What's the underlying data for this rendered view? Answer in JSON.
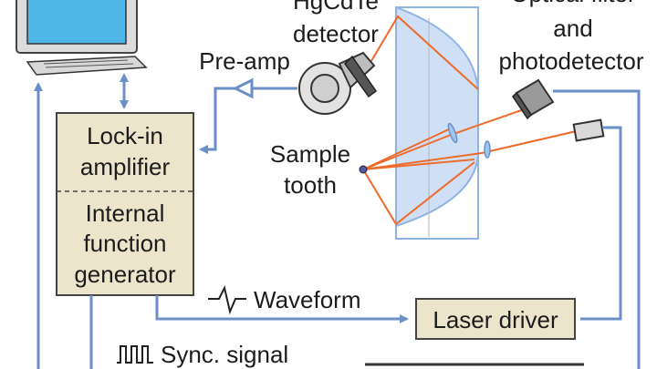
{
  "labels": {
    "detector_line1": "HgCdTe",
    "detector_line2": "detector",
    "filter_line1": "Optical filter",
    "filter_line2": "and",
    "filter_line3": "photodetector",
    "preamp": "Pre-amp",
    "sample_line1": "Sample",
    "sample_line2": "tooth",
    "lockin_line1": "Lock-in",
    "lockin_line2": "amplifier",
    "generator_line1": "Internal",
    "generator_line2": "function",
    "generator_line3": "generator",
    "waveform": "Waveform",
    "laser_driver": "Laser driver",
    "sync_signal": "Sync. signal"
  },
  "colors": {
    "box_fill": "#ece4cb",
    "wire": "#6d8fc7",
    "beam": "#ef6a2b",
    "mirror_fill": "#cfe0f6"
  }
}
